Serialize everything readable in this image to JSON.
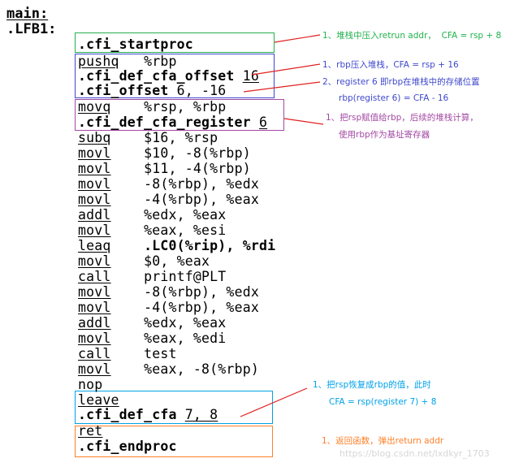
{
  "labels": {
    "main": "main:",
    "lfb1": ".LFB1:"
  },
  "code": {
    "l1": {
      "op": ".cfi_startproc",
      "args": ""
    },
    "l2": {
      "op": "pushq",
      "args": "%rbp"
    },
    "l3": {
      "op": ".cfi_def_cfa_offset",
      "args": "16"
    },
    "l4": {
      "op": ".cfi_offset",
      "args": "6, -16"
    },
    "l5": {
      "op": "movq",
      "args": "%rsp, %rbp"
    },
    "l6": {
      "op": ".cfi_def_cfa_register",
      "args": "6"
    },
    "l7": {
      "op": "subq",
      "args": "$16, %rsp"
    },
    "l8": {
      "op": "movl",
      "args": "$10, -8(%rbp)"
    },
    "l9": {
      "op": "movl",
      "args": "$11, -4(%rbp)"
    },
    "l10": {
      "op": "movl",
      "args": "-8(%rbp), %edx"
    },
    "l11": {
      "op": "movl",
      "args": "-4(%rbp), %eax"
    },
    "l12": {
      "op": "addl",
      "args": "%edx, %eax"
    },
    "l13": {
      "op": "movl",
      "args": "%eax, %esi"
    },
    "l14": {
      "op": "leaq",
      "args": ".LC0(%rip), %rdi"
    },
    "l15": {
      "op": "movl",
      "args": "$0, %eax"
    },
    "l16": {
      "op": "call",
      "args": "printf@PLT"
    },
    "l17": {
      "op": "movl",
      "args": "-8(%rbp), %edx"
    },
    "l18": {
      "op": "movl",
      "args": "-4(%rbp), %eax"
    },
    "l19": {
      "op": "addl",
      "args": "%edx, %eax"
    },
    "l20": {
      "op": "movl",
      "args": "%eax, %edi"
    },
    "l21": {
      "op": "call",
      "args": "test"
    },
    "l22": {
      "op": "movl",
      "args": "%eax, -8(%rbp)"
    },
    "l23": {
      "op": "nop",
      "args": ""
    },
    "l24": {
      "op": "leave",
      "args": ""
    },
    "l25": {
      "op": ".cfi_def_cfa",
      "args": "7, 8"
    },
    "l26": {
      "op": "ret",
      "args": ""
    },
    "l27": {
      "op": ".cfi_endproc",
      "args": ""
    }
  },
  "annotations": {
    "a1": "1、堆栈中压入retrun addr，  CFA = rsp + 8",
    "a2_1": "1、rbp压入堆栈，CFA = rsp + 16",
    "a2_2": "2、register 6 即rbp在堆栈中的存储位置",
    "a2_3": "rbp(register 6) = CFA - 16",
    "a3_1": "1、把rsp赋值给rbp，后续的堆栈计算，",
    "a3_2": "使用rbp作为基址寄存器",
    "a4_1": "1、把rsp恢复成rbp的值，此时",
    "a4_2": "CFA = rsp(register 7) + 8",
    "a5": "1、返回函数，弹出return addr"
  },
  "colors": {
    "green": "#22b14c",
    "blue": "#3f48cc",
    "purple": "#a349a4",
    "teal": "#00a2e8",
    "orange": "#ff7f27",
    "red": "#e02020"
  },
  "watermark": "https://blog.csdn.net/lxdkyr_1703"
}
